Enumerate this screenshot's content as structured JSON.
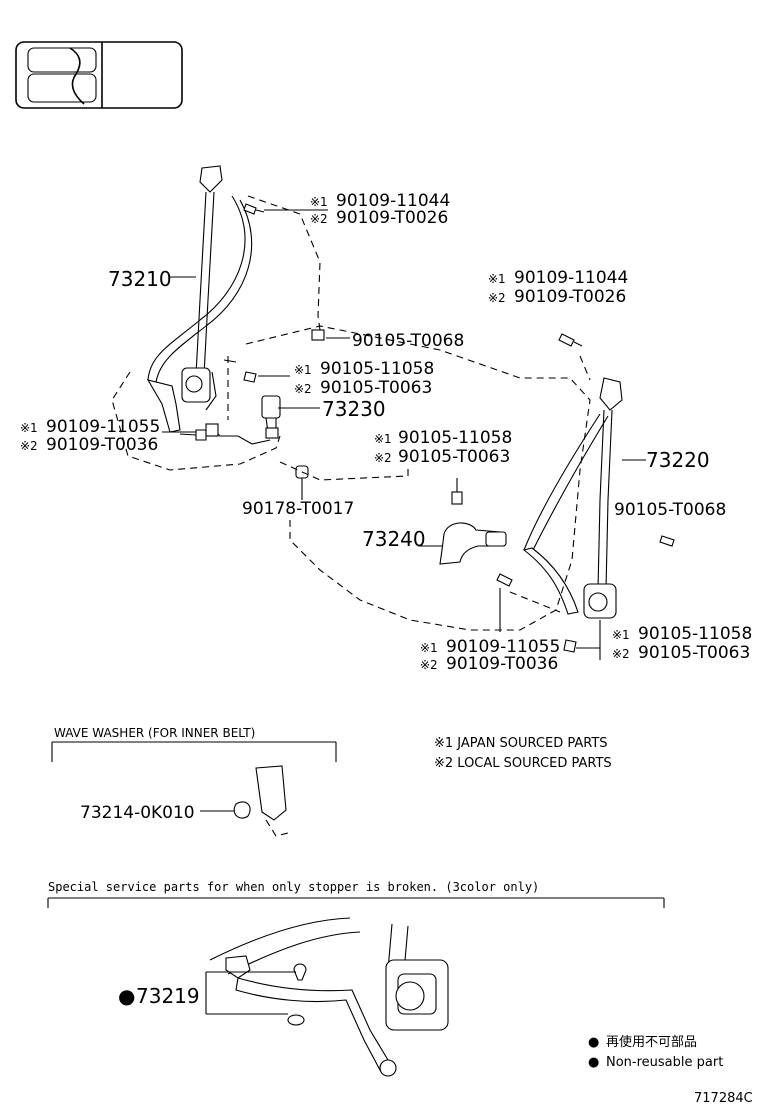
{
  "figure_id": "717284C",
  "callouts": {
    "c73210": "73210",
    "c73220": "73220",
    "c73230": "73230",
    "c73240": "73240",
    "c73214": "73214-0K010",
    "c73219": "73219",
    "c90178": "90178-T0017",
    "c90105_T0068_a": "90105-T0068",
    "c90105_T0068_b": "90105-T0068",
    "top_left_bolt": {
      "p1": "90109-11044",
      "p2": "90109-T0026"
    },
    "top_right_bolt": {
      "p1": "90109-11044",
      "p2": "90109-T0026"
    },
    "left_anchor_bolt": {
      "p1": "90105-11058",
      "p2": "90105-T0063"
    },
    "left_lower_bolt": {
      "p1": "90109-11055",
      "p2": "90109-T0036"
    },
    "center_bolt": {
      "p1": "90105-11058",
      "p2": "90105-T0063"
    },
    "bottom_center_bolt": {
      "p1": "90109-11055",
      "p2": "90109-T0036"
    },
    "right_lower_bolt": {
      "p1": "90105-11058",
      "p2": "90105-T0063"
    }
  },
  "marks": {
    "m1": "※1",
    "m2": "※2",
    "bullet": "●"
  },
  "notes": {
    "wave_washer": "WAVE WASHER (FOR INNER BELT)",
    "legend1": "※1 JAPAN SOURCED PARTS",
    "legend2": "※2 LOCAL SOURCED PARTS",
    "special_service": "Special service parts for when only stopper is broken. (3color only)",
    "nonreusable_jp": "再使用不可部品",
    "nonreusable_en": "Non-reusable part"
  }
}
